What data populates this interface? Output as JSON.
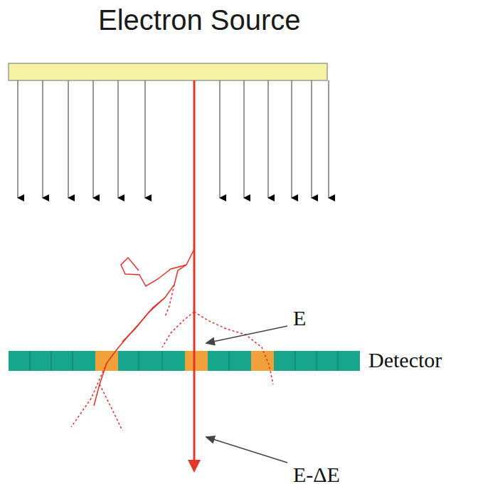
{
  "diagram": {
    "title": "Electron Source",
    "labels": [
      "E",
      "Detector",
      "E-ΔE"
    ]
  }
}
